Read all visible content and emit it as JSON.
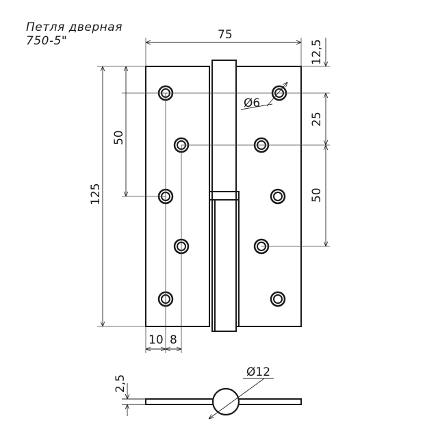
{
  "title": {
    "line1": "Петля  дверная",
    "line2": "750-5\""
  },
  "dimensions": {
    "width": "75",
    "top_margin": "12,5",
    "hole_diameter": "Ø6",
    "spacing_25": "25",
    "spacing_50_right": "50",
    "spacing_50_left": "50",
    "height": "125",
    "offset_10": "10",
    "offset_8": "8",
    "thickness": "2,5",
    "knuckle_diameter": "Ø12"
  }
}
